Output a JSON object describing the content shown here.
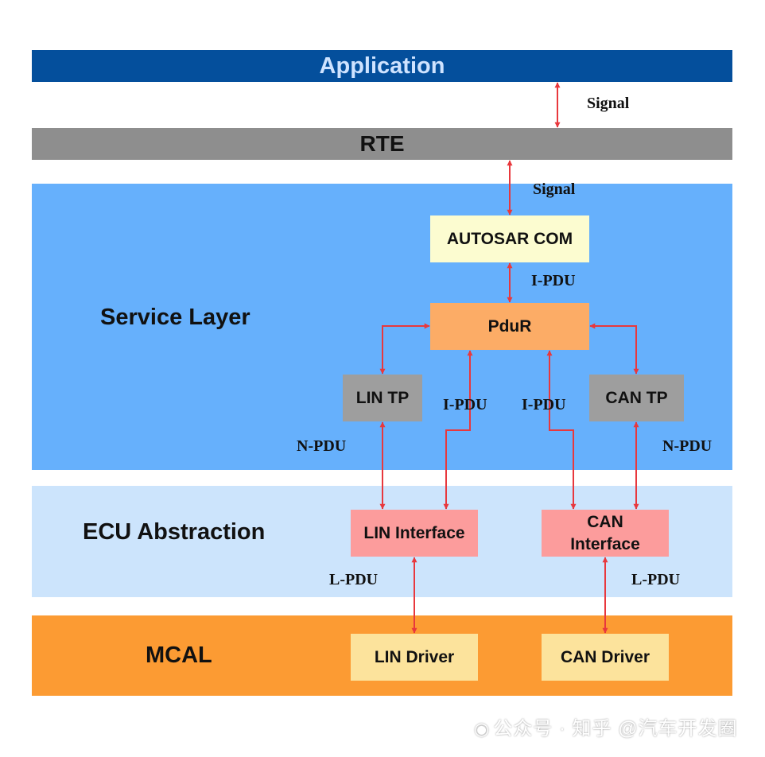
{
  "layers": {
    "application": "Application",
    "rte": "RTE",
    "service": "Service Layer",
    "ecu": "ECU Abstraction",
    "mcal": "MCAL"
  },
  "modules": {
    "autosar_com": "AUTOSAR COM",
    "pdur": "PduR",
    "lin_tp": "LIN TP",
    "can_tp": "CAN TP",
    "lin_interface": "LIN Interface",
    "can_interface_line1": "CAN",
    "can_interface_line2": "Interface",
    "lin_driver": "LIN Driver",
    "can_driver": "CAN Driver"
  },
  "connections": {
    "app_rte": "Signal",
    "rte_com": "Signal",
    "com_pdur": "I-PDU",
    "pdur_linif": "I-PDU",
    "pdur_canif": "I-PDU",
    "lintp_linif": "N-PDU",
    "cantp_canif": "N-PDU",
    "linif_lindrv": "L-PDU",
    "canif_candrv": "L-PDU"
  },
  "colors": {
    "arrow": "#e8383d",
    "application": "#044f9c",
    "rte": "#8e8e8e",
    "service": "#66b0fc",
    "ecu": "#cce4fc",
    "mcal": "#fc9b33"
  },
  "watermark": {
    "icon": "wechat-icon",
    "text": "公众号 · 知乎 @汽车开发圈"
  }
}
